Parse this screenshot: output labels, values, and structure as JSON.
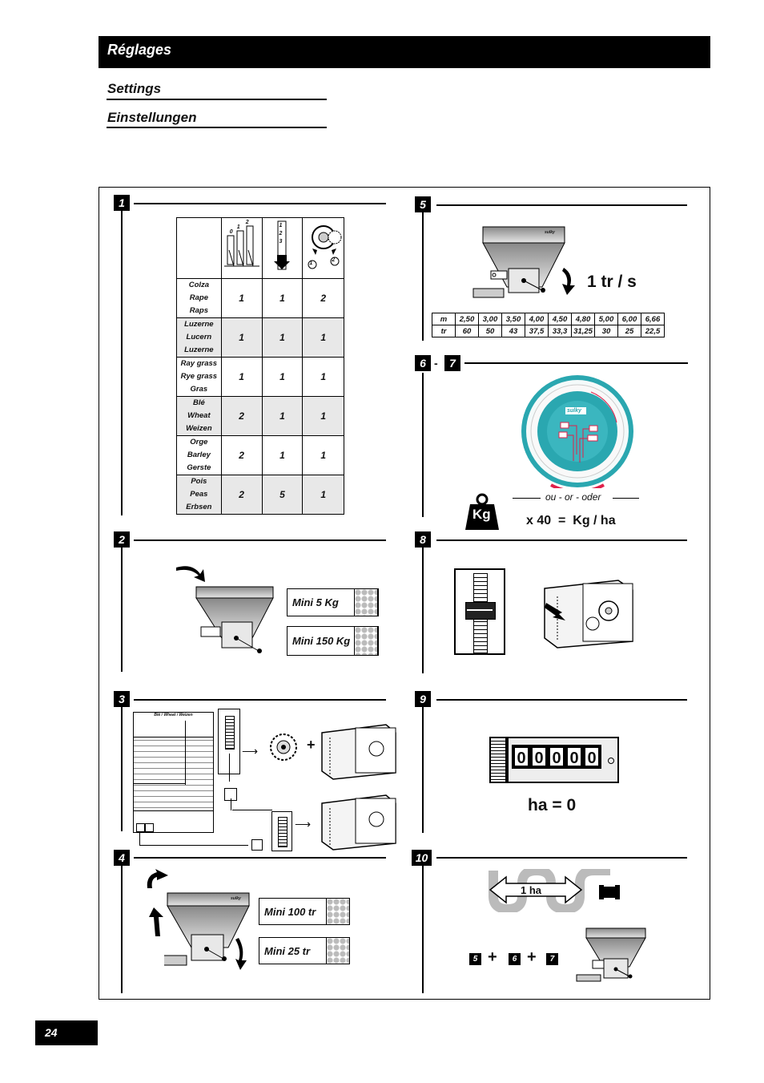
{
  "header": {
    "title": "Réglages"
  },
  "subtitles": {
    "settings": "Settings",
    "einstellungen": "Einstellungen"
  },
  "steps": {
    "s1": "1",
    "s2": "2",
    "s3": "3",
    "s4": "4",
    "s5": "5",
    "s6": "6",
    "s7": "7",
    "s8": "8",
    "s9": "9",
    "s10": "10"
  },
  "crop_table": {
    "rows": [
      {
        "names": [
          "Colza",
          "Rape",
          "Raps"
        ],
        "values": [
          "1",
          "1",
          "2"
        ]
      },
      {
        "names": [
          "Luzerne",
          "Lucern",
          "Luzerne"
        ],
        "values": [
          "1",
          "1",
          "1"
        ]
      },
      {
        "names": [
          "Ray grass",
          "Rye grass",
          "Gras"
        ],
        "values": [
          "1",
          "1",
          "1"
        ]
      },
      {
        "names": [
          "Blé",
          "Wheat",
          "Weizen"
        ],
        "values": [
          "2",
          "1",
          "1"
        ]
      },
      {
        "names": [
          "Orge",
          "Barley",
          "Gerste"
        ],
        "values": [
          "2",
          "1",
          "1"
        ]
      },
      {
        "names": [
          "Pois",
          "Peas",
          "Erbsen"
        ],
        "values": [
          "2",
          "5",
          "1"
        ]
      }
    ],
    "icon_labels": {
      "gear_top": "2",
      "gear_left": "0",
      "gear_mid": "1",
      "scale": [
        "1",
        "2",
        "3"
      ],
      "circle_1": "1",
      "circle_2": "2"
    }
  },
  "mini_2": {
    "a": "Mini 5 Kg",
    "b": "Mini 150 Kg"
  },
  "chart_header": "Blé / Wheat / Weizen",
  "mini_4": {
    "a": "Mini 100 tr",
    "b": "Mini 25 tr"
  },
  "rotation": "1 tr / s",
  "ratio_table": {
    "m_label": "m",
    "tr_label": "tr",
    "m": [
      "2,50",
      "3,00",
      "3,50",
      "4,00",
      "4,50",
      "4,80",
      "5,00",
      "6,00",
      "6,66"
    ],
    "tr": [
      "60",
      "50",
      "43",
      "37,5",
      "33,3",
      "31,25",
      "30",
      "25",
      "22,5"
    ]
  },
  "disc_brand": "sulky",
  "or_text": "ou - or - oder",
  "kg_icon": "Kg",
  "formula": "x 40  =  Kg / ha",
  "counter": {
    "digits": [
      "0",
      "0",
      "0",
      "0",
      "0"
    ],
    "reset": "ha = 0"
  },
  "hectare": "1 ha",
  "sum": {
    "a": "5",
    "b": "6",
    "c": "7",
    "plus": "+"
  },
  "brand_small": "sulky",
  "page_number": "24"
}
